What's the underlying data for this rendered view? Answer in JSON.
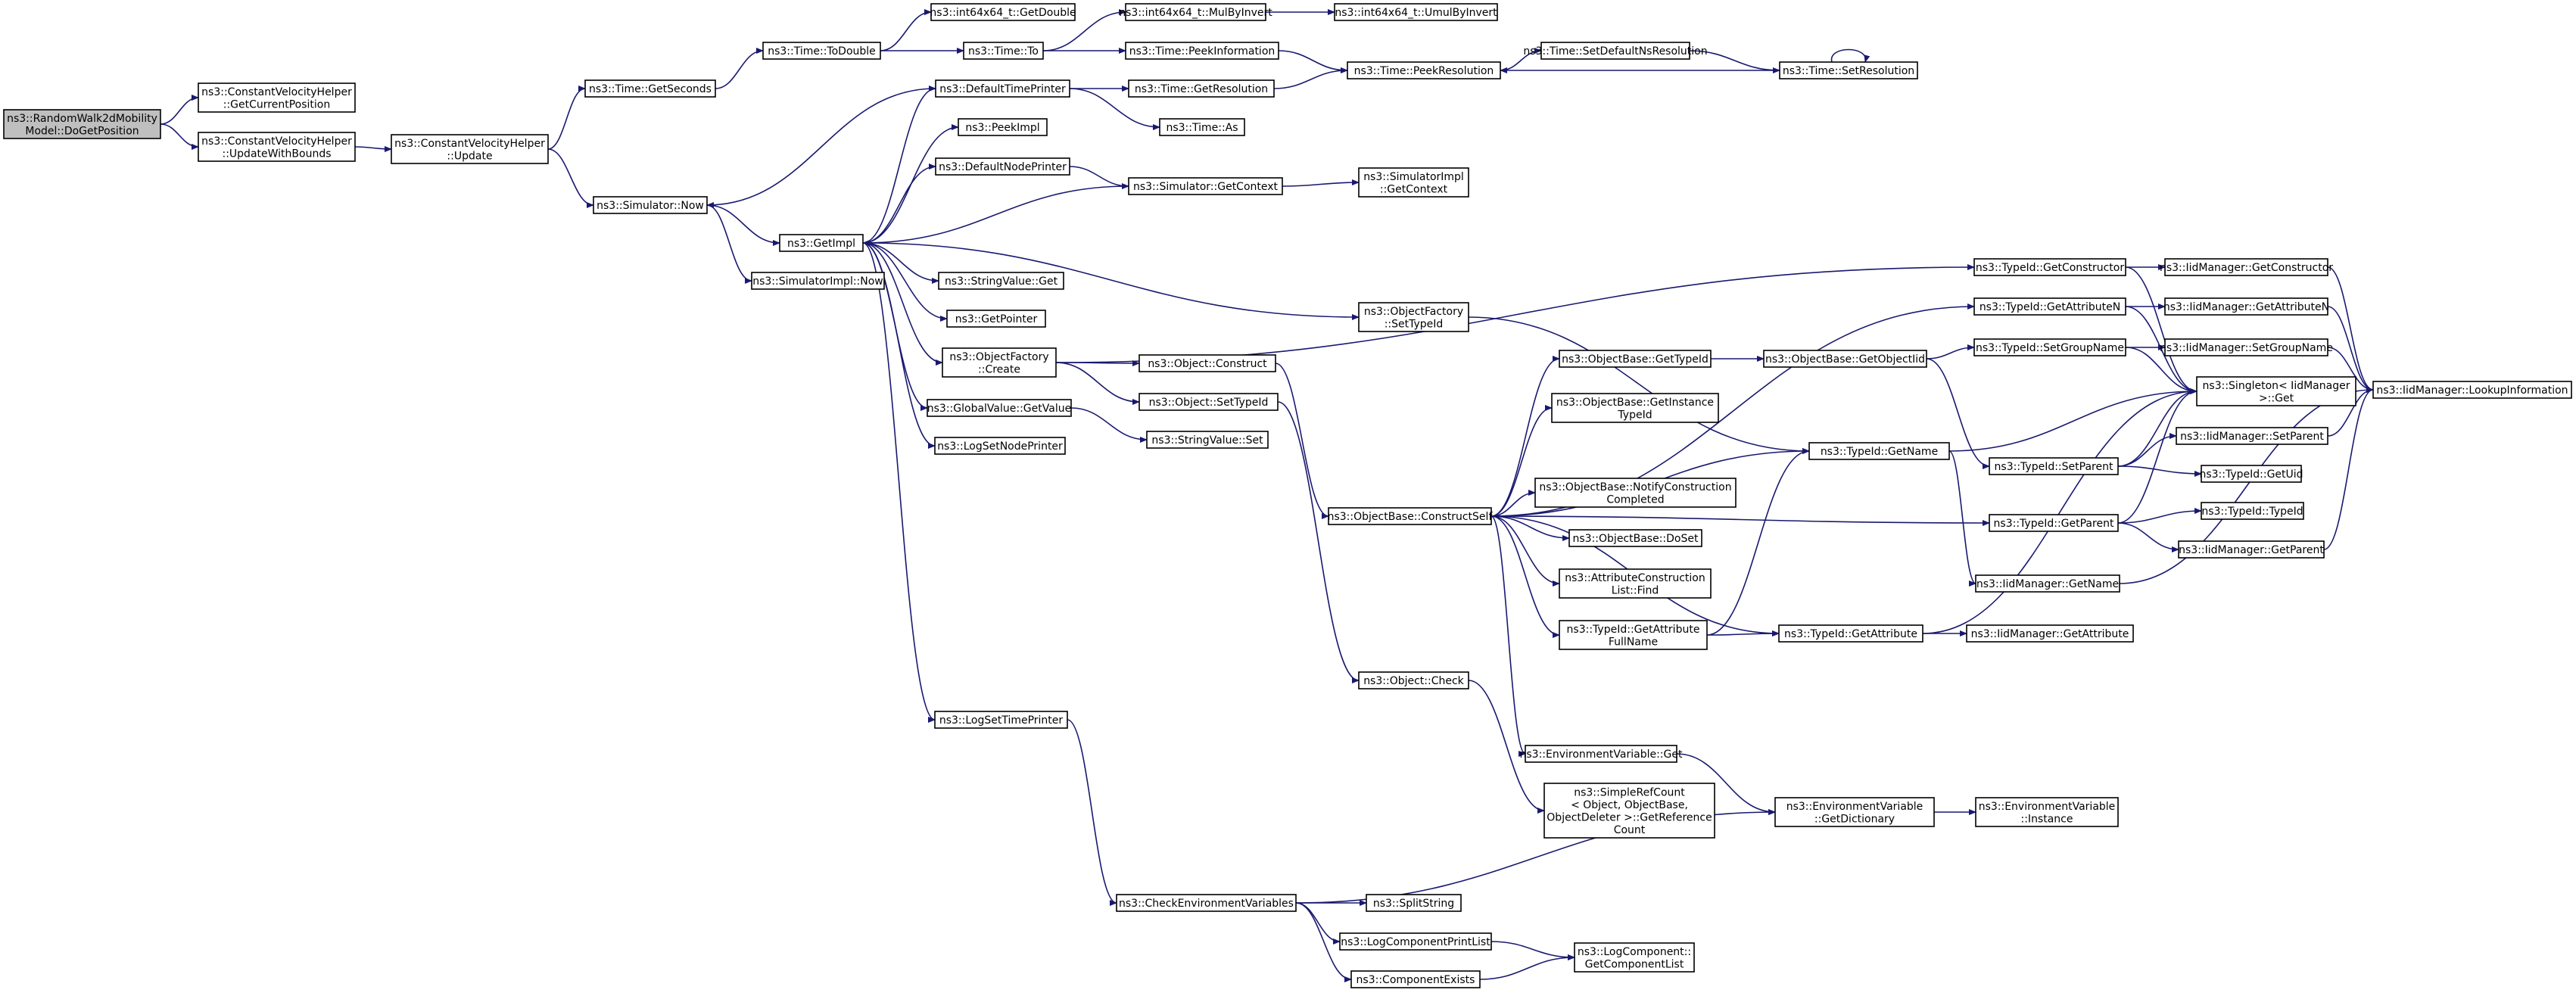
{
  "colors": {
    "edge": "#191970",
    "root_fill": "#bfbfbf",
    "node_fill": "#ffffff",
    "border": "#000000"
  },
  "nodes": [
    {
      "id": "n0",
      "lines": [
        "ns3::RandomWalk2dMobility",
        "Model::DoGetPosition"
      ],
      "root": true
    },
    {
      "id": "n1",
      "lines": [
        "ns3::ConstantVelocityHelper",
        "::GetCurrentPosition"
      ]
    },
    {
      "id": "n2",
      "lines": [
        "ns3::ConstantVelocityHelper",
        "::UpdateWithBounds"
      ]
    },
    {
      "id": "n3",
      "lines": [
        "ns3::ConstantVelocityHelper",
        "::Update"
      ]
    },
    {
      "id": "n4",
      "lines": [
        "ns3::Time::GetSeconds"
      ]
    },
    {
      "id": "n5",
      "lines": [
        "ns3::Simulator::Now"
      ]
    },
    {
      "id": "n6",
      "lines": [
        "ns3::Time::ToDouble"
      ]
    },
    {
      "id": "n7",
      "lines": [
        "ns3::int64x64_t::GetDouble"
      ]
    },
    {
      "id": "n8",
      "lines": [
        "ns3::Time::To"
      ]
    },
    {
      "id": "n9",
      "lines": [
        "ns3::int64x64_t::MulByInvert"
      ]
    },
    {
      "id": "n10",
      "lines": [
        "ns3::int64x64_t::UmulByInvert"
      ]
    },
    {
      "id": "n11",
      "lines": [
        "ns3::Time::PeekInformation"
      ]
    },
    {
      "id": "n12",
      "lines": [
        "ns3::Time::PeekResolution"
      ]
    },
    {
      "id": "n13",
      "lines": [
        "ns3::Time::SetDefaultNsResolution"
      ]
    },
    {
      "id": "n14",
      "lines": [
        "ns3::Time::SetResolution"
      ]
    },
    {
      "id": "n15",
      "lines": [
        "ns3::DefaultTimePrinter"
      ]
    },
    {
      "id": "n16",
      "lines": [
        "ns3::Time::GetResolution"
      ]
    },
    {
      "id": "n17",
      "lines": [
        "ns3::Time::As"
      ]
    },
    {
      "id": "n18",
      "lines": [
        "ns3::PeekImpl"
      ]
    },
    {
      "id": "n19",
      "lines": [
        "ns3::DefaultNodePrinter"
      ]
    },
    {
      "id": "n20",
      "lines": [
        "ns3::Simulator::GetContext"
      ]
    },
    {
      "id": "n21",
      "lines": [
        "ns3::SimulatorImpl",
        "::GetContext"
      ]
    },
    {
      "id": "n22",
      "lines": [
        "ns3::GetImpl"
      ]
    },
    {
      "id": "n23",
      "lines": [
        "ns3::SimulatorImpl::Now"
      ]
    },
    {
      "id": "n24",
      "lines": [
        "ns3::StringValue::Get"
      ]
    },
    {
      "id": "n25",
      "lines": [
        "ns3::GetPointer"
      ]
    },
    {
      "id": "n26",
      "lines": [
        "ns3::ObjectFactory",
        "::Create"
      ]
    },
    {
      "id": "n27",
      "lines": [
        "ns3::GlobalValue::GetValue"
      ]
    },
    {
      "id": "n28",
      "lines": [
        "ns3::LogSetNodePrinter"
      ]
    },
    {
      "id": "n29",
      "lines": [
        "ns3::LogSetTimePrinter"
      ]
    },
    {
      "id": "n30",
      "lines": [
        "ns3::Object::Construct"
      ]
    },
    {
      "id": "n31",
      "lines": [
        "ns3::Object::SetTypeId"
      ]
    },
    {
      "id": "n32",
      "lines": [
        "ns3::StringValue::Set"
      ]
    },
    {
      "id": "n33",
      "lines": [
        "ns3::ObjectFactory",
        "::SetTypeId"
      ]
    },
    {
      "id": "n34",
      "lines": [
        "ns3::ObjectBase::ConstructSelf"
      ]
    },
    {
      "id": "n35",
      "lines": [
        "ns3::Object::Check"
      ]
    },
    {
      "id": "n36",
      "lines": [
        "ns3::ObjectBase::GetTypeId"
      ]
    },
    {
      "id": "n37",
      "lines": [
        "ns3::ObjectBase::GetInstance",
        "TypeId"
      ]
    },
    {
      "id": "n38",
      "lines": [
        "ns3::ObjectBase::NotifyConstruction",
        "Completed"
      ]
    },
    {
      "id": "n39",
      "lines": [
        "ns3::ObjectBase::DoSet"
      ]
    },
    {
      "id": "n40",
      "lines": [
        "ns3::AttributeConstruction",
        "List::Find"
      ]
    },
    {
      "id": "n41",
      "lines": [
        "ns3::TypeId::GetAttribute",
        "FullName"
      ]
    },
    {
      "id": "n42",
      "lines": [
        "ns3::EnvironmentVariable::Get"
      ]
    },
    {
      "id": "n43",
      "lines": [
        "ns3::SimpleRefCount",
        "< Object, ObjectBase,",
        "ObjectDeleter >::GetReference",
        "Count"
      ]
    },
    {
      "id": "n44",
      "lines": [
        "ns3::ObjectBase::GetObjectIid"
      ]
    },
    {
      "id": "n45",
      "lines": [
        "ns3::TypeId::GetName"
      ]
    },
    {
      "id": "n46",
      "lines": [
        "ns3::TypeId::GetAttribute"
      ]
    },
    {
      "id": "n47",
      "lines": [
        "ns3::EnvironmentVariable",
        "::GetDictionary"
      ]
    },
    {
      "id": "n48",
      "lines": [
        "ns3::EnvironmentVariable",
        "::Instance"
      ]
    },
    {
      "id": "n49",
      "lines": [
        "ns3::TypeId::GetConstructor"
      ]
    },
    {
      "id": "n50",
      "lines": [
        "ns3::TypeId::GetAttributeN"
      ]
    },
    {
      "id": "n51",
      "lines": [
        "ns3::TypeId::SetGroupName"
      ]
    },
    {
      "id": "n52",
      "lines": [
        "ns3::TypeId::SetParent"
      ]
    },
    {
      "id": "n53",
      "lines": [
        "ns3::TypeId::GetParent"
      ]
    },
    {
      "id": "n54",
      "lines": [
        "ns3::IidManager::GetName"
      ]
    },
    {
      "id": "n55",
      "lines": [
        "ns3::IidManager::GetAttribute"
      ]
    },
    {
      "id": "n56",
      "lines": [
        "ns3::IidManager::GetConstructor"
      ]
    },
    {
      "id": "n57",
      "lines": [
        "ns3::IidManager::GetAttributeN"
      ]
    },
    {
      "id": "n58",
      "lines": [
        "ns3::IidManager::SetGroupName"
      ]
    },
    {
      "id": "n59",
      "lines": [
        "ns3::Singleton< IidManager",
        ">::Get"
      ]
    },
    {
      "id": "n60",
      "lines": [
        "ns3::IidManager::SetParent"
      ]
    },
    {
      "id": "n61",
      "lines": [
        "ns3::TypeId::GetUid"
      ]
    },
    {
      "id": "n62",
      "lines": [
        "ns3::TypeId::TypeId"
      ]
    },
    {
      "id": "n63",
      "lines": [
        "ns3::IidManager::GetParent"
      ]
    },
    {
      "id": "n64",
      "lines": [
        "ns3::IidManager::LookupInformation"
      ]
    },
    {
      "id": "n65",
      "lines": [
        "ns3::CheckEnvironmentVariables"
      ]
    },
    {
      "id": "n66",
      "lines": [
        "ns3::SplitString"
      ]
    },
    {
      "id": "n67",
      "lines": [
        "ns3::LogComponentPrintList"
      ]
    },
    {
      "id": "n68",
      "lines": [
        "ns3::ComponentExists"
      ]
    },
    {
      "id": "n69",
      "lines": [
        "ns3::LogComponent::",
        "GetComponentList"
      ]
    }
  ],
  "edges": [
    [
      "n0",
      "n1"
    ],
    [
      "n0",
      "n2"
    ],
    [
      "n2",
      "n3"
    ],
    [
      "n3",
      "n4"
    ],
    [
      "n3",
      "n5"
    ],
    [
      "n4",
      "n6"
    ],
    [
      "n6",
      "n7"
    ],
    [
      "n6",
      "n8"
    ],
    [
      "n8",
      "n9"
    ],
    [
      "n9",
      "n10"
    ],
    [
      "n8",
      "n11"
    ],
    [
      "n11",
      "n12"
    ],
    [
      "n12",
      "n13"
    ],
    [
      "n13",
      "n14"
    ],
    [
      "n14",
      "n12"
    ],
    [
      "n14",
      "n14"
    ],
    [
      "n5",
      "n22"
    ],
    [
      "n5",
      "n23"
    ],
    [
      "n15",
      "n5"
    ],
    [
      "n15",
      "n16"
    ],
    [
      "n15",
      "n17"
    ],
    [
      "n16",
      "n12"
    ],
    [
      "n19",
      "n20"
    ],
    [
      "n20",
      "n21"
    ],
    [
      "n20",
      "n22"
    ],
    [
      "n22",
      "n15"
    ],
    [
      "n22",
      "n18"
    ],
    [
      "n22",
      "n19"
    ],
    [
      "n22",
      "n24"
    ],
    [
      "n22",
      "n25"
    ],
    [
      "n22",
      "n26"
    ],
    [
      "n22",
      "n27"
    ],
    [
      "n22",
      "n28"
    ],
    [
      "n22",
      "n29"
    ],
    [
      "n22",
      "n33"
    ],
    [
      "n26",
      "n30"
    ],
    [
      "n26",
      "n31"
    ],
    [
      "n26",
      "n49"
    ],
    [
      "n27",
      "n32"
    ],
    [
      "n30",
      "n34"
    ],
    [
      "n31",
      "n35"
    ],
    [
      "n33",
      "n45"
    ],
    [
      "n34",
      "n36"
    ],
    [
      "n34",
      "n37"
    ],
    [
      "n34",
      "n38"
    ],
    [
      "n34",
      "n39"
    ],
    [
      "n34",
      "n40"
    ],
    [
      "n34",
      "n41"
    ],
    [
      "n34",
      "n42"
    ],
    [
      "n34",
      "n45"
    ],
    [
      "n34",
      "n46"
    ],
    [
      "n34",
      "n50"
    ],
    [
      "n34",
      "n53"
    ],
    [
      "n35",
      "n43"
    ],
    [
      "n36",
      "n44"
    ],
    [
      "n44",
      "n51"
    ],
    [
      "n44",
      "n52"
    ],
    [
      "n41",
      "n45"
    ],
    [
      "n41",
      "n46"
    ],
    [
      "n42",
      "n47"
    ],
    [
      "n47",
      "n48"
    ],
    [
      "n45",
      "n54"
    ],
    [
      "n45",
      "n59"
    ],
    [
      "n46",
      "n55"
    ],
    [
      "n46",
      "n59"
    ],
    [
      "n49",
      "n56"
    ],
    [
      "n49",
      "n59"
    ],
    [
      "n50",
      "n57"
    ],
    [
      "n50",
      "n59"
    ],
    [
      "n51",
      "n58"
    ],
    [
      "n51",
      "n59"
    ],
    [
      "n52",
      "n60"
    ],
    [
      "n52",
      "n61"
    ],
    [
      "n52",
      "n59"
    ],
    [
      "n53",
      "n62"
    ],
    [
      "n53",
      "n63"
    ],
    [
      "n53",
      "n59"
    ],
    [
      "n54",
      "n64"
    ],
    [
      "n56",
      "n64"
    ],
    [
      "n57",
      "n64"
    ],
    [
      "n58",
      "n64"
    ],
    [
      "n60",
      "n64"
    ],
    [
      "n63",
      "n64"
    ],
    [
      "n29",
      "n65"
    ],
    [
      "n65",
      "n47"
    ],
    [
      "n65",
      "n66"
    ],
    [
      "n65",
      "n67"
    ],
    [
      "n65",
      "n68"
    ],
    [
      "n67",
      "n69"
    ],
    [
      "n68",
      "n69"
    ]
  ]
}
